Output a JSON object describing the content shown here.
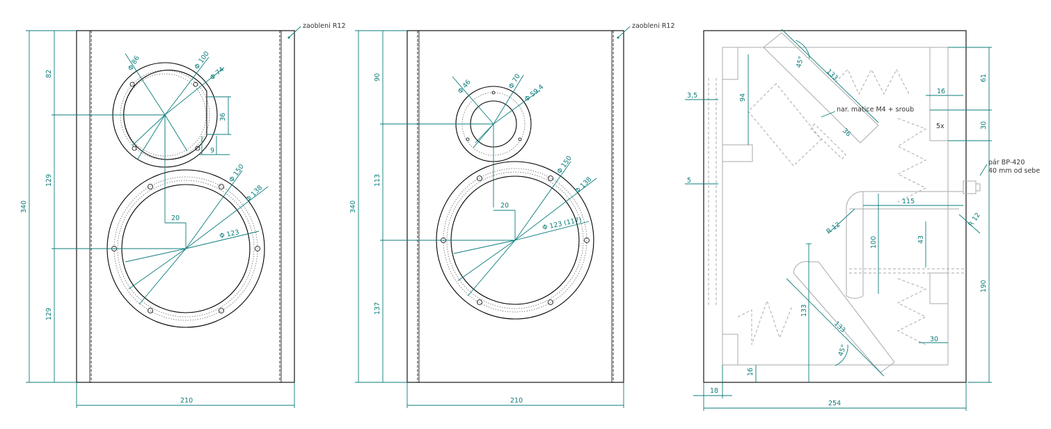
{
  "colors": {
    "dimension": "#0b7b7b",
    "outline": "#000000",
    "hidden": "#aaaaaa"
  },
  "labels": {
    "rounding": "zaobleni R12",
    "nut_note": "nar. matice M4 + sroub",
    "terminal_note_1": "pár BP-420",
    "terminal_note_2": "40 mm od sebe",
    "five_x": "5x"
  },
  "view1": {
    "height": "340",
    "width": "210",
    "top": "82",
    "mid": "129",
    "bottom": "129",
    "offset": "20",
    "tw_cutout": "Φ 86",
    "tw_outer": "Φ 100",
    "tw_holes": "Φ 74",
    "tw_flat": "36",
    "tw_flat_depth": "9",
    "wf_outer": "Φ 150",
    "wf_holes": "Φ 138",
    "wf_cutout": "Φ 123"
  },
  "view2": {
    "height": "340",
    "width": "210",
    "top": "90",
    "mid": "113",
    "bottom": "137",
    "offset": "20",
    "tw_cutout": "Φ 46",
    "tw_outer": "Φ 70",
    "tw_holes": "Φ 59,4",
    "wf_outer": "Φ 150",
    "wf_holes": "Φ 138",
    "wf_cutout": "Φ 123 (117)"
  },
  "view3": {
    "width": "254",
    "left_wall": "18",
    "bottom_wall": "16",
    "d35": "3,5",
    "d5": "5",
    "d94": "94",
    "angle_top": "45°",
    "len_top": "133",
    "d36": "36",
    "d61": "61",
    "d30_right": "30",
    "d16": "16",
    "d115": "115",
    "r12_left": "R 12",
    "r12_right": "R 12",
    "d100": "100",
    "d43": "43",
    "d190": "190",
    "d133_left": "133",
    "len_bottom": "133",
    "angle_bottom": "45°",
    "d30_bottom": "30"
  }
}
